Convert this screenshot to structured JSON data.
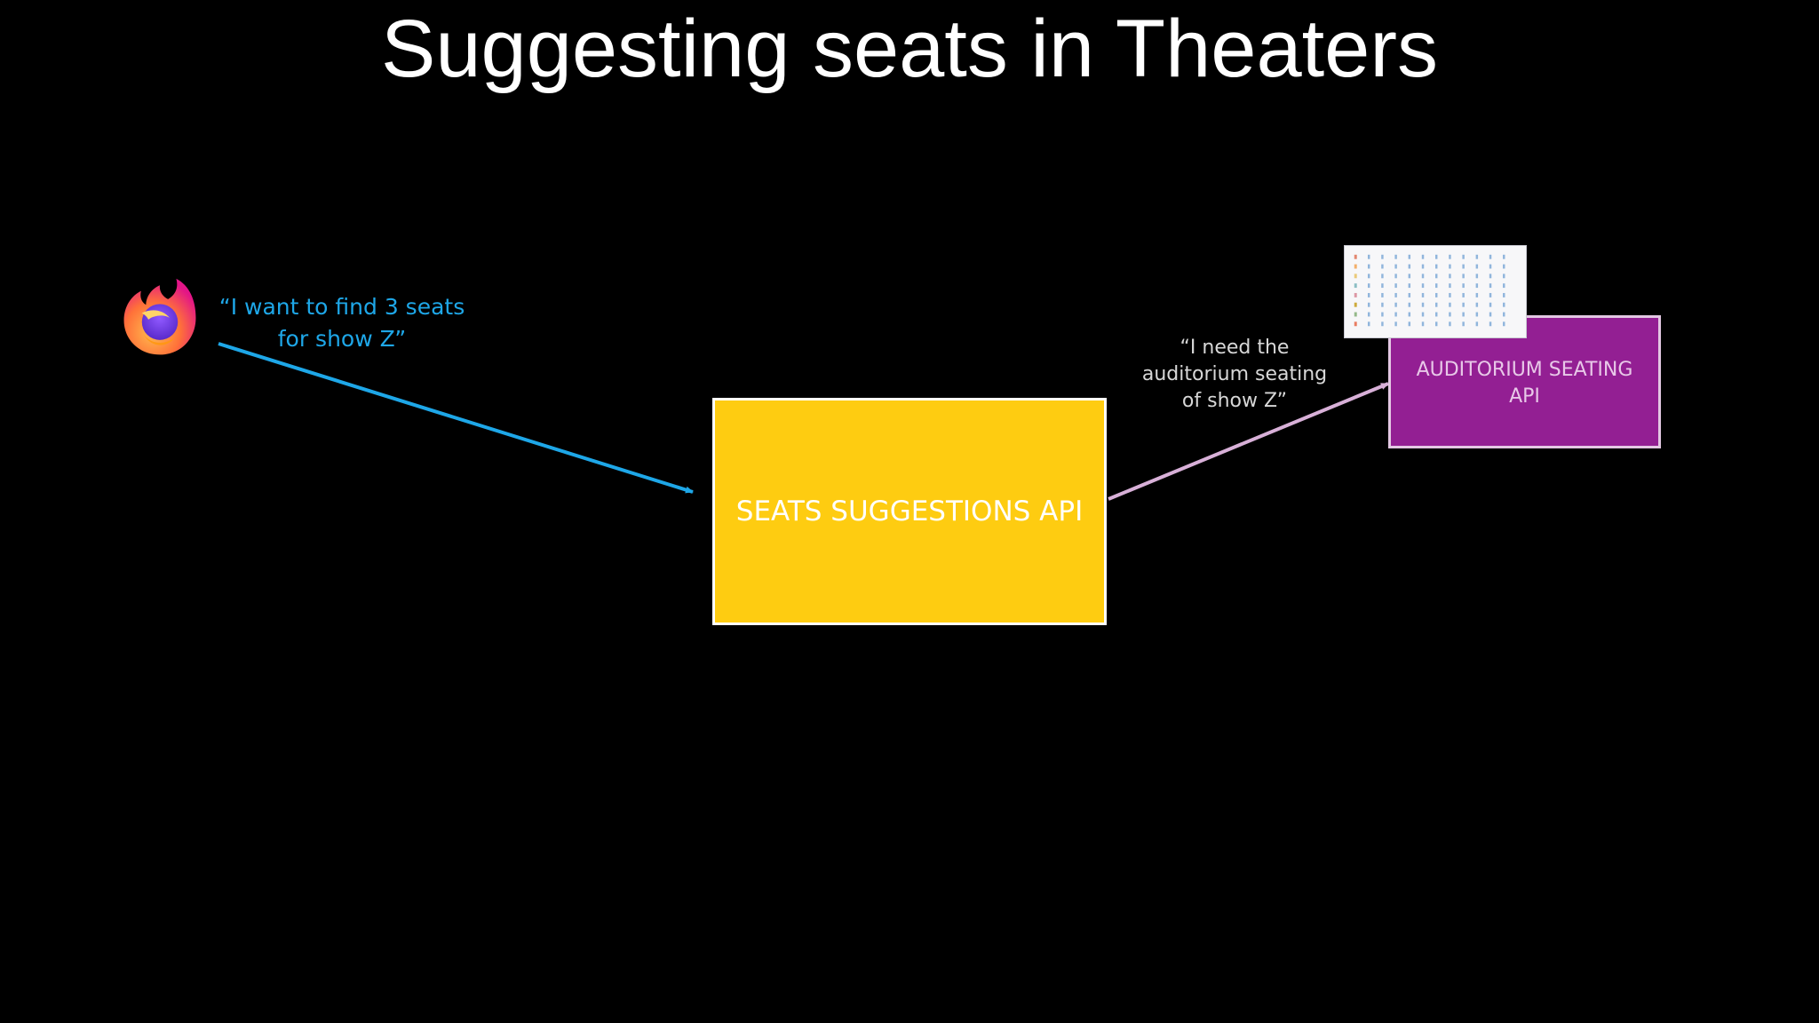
{
  "slide": {
    "background": "#000000",
    "title": "Suggesting seats in Theaters",
    "title_color": "#ffffff"
  },
  "client": {
    "icon": "firefox-browser-logo",
    "request_lines": [
      "“I want to find 3 seats",
      "for show Z”"
    ],
    "text_color": "#1ea7e8",
    "arrow_color": "#1ea7e8"
  },
  "seats_api": {
    "label": "SEATS SUGGESTIONS API",
    "fill": "#fecc11",
    "border": "#ffffff",
    "text_color": "#ffffff"
  },
  "auditorium_request": {
    "lines": [
      "“I need the",
      "auditorium seating",
      "of show Z”"
    ],
    "text_color": "#d7d7d7",
    "arrow_color": "#d8b0d8"
  },
  "auditorium_api": {
    "label_lines": [
      "AUDITORIUM SEATING",
      "API"
    ],
    "fill": "#931f93",
    "border": "#e3c8e3",
    "text_color": "#e8c8e8"
  },
  "seat_map": {
    "icon": "seat-map-thumbnail"
  }
}
